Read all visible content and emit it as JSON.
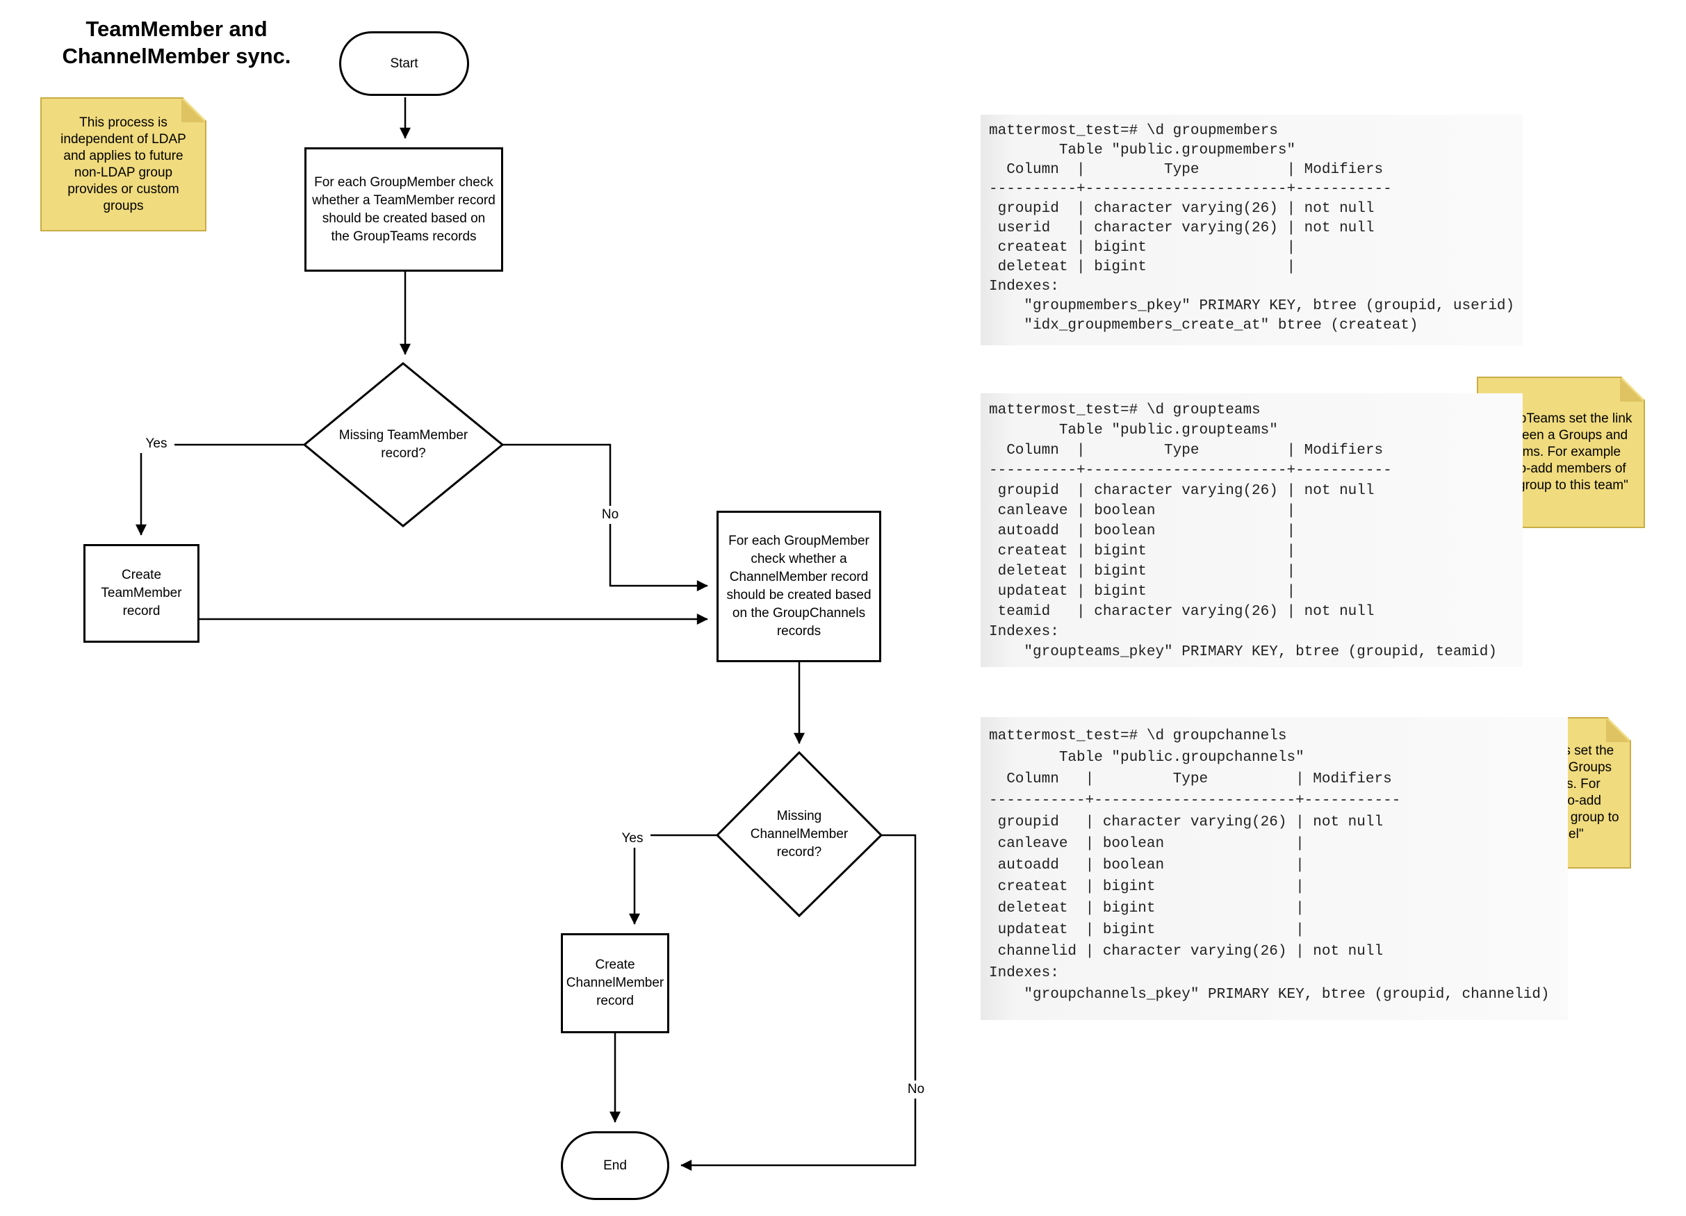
{
  "title": "TeamMember and\nChannelMember sync.",
  "sticky_notes": [
    {
      "text": "This process is independent of LDAP and applies to future non-LDAP group provides or custom groups"
    },
    {
      "text": "GroupTeams set the link between a Groups and Teams. For example \"auto-add members of this group to this team\""
    },
    {
      "text": "GroupChannels set the link between a Groups and Channels. For example \"auto-add members of this group to this channel\""
    }
  ],
  "flowchart": {
    "start": "Start",
    "process_team": "For each GroupMember check whether a TeamMember record should be created based on the GroupTeams records",
    "decision_team": "Missing TeamMember record?",
    "create_team": "Create TeamMember record",
    "process_channel": "For each GroupMember check whether a ChannelMember record should be created based on the GroupChannels records",
    "decision_channel": "Missing ChannelMember record?",
    "create_channel": "Create ChannelMember record",
    "end": "End",
    "labels": {
      "yes_team": "Yes",
      "no_team": "No",
      "yes_channel": "Yes",
      "no_channel": "No"
    }
  },
  "code_blocks": [
    {
      "name": "groupmembers",
      "text": "mattermost_test=# \\d groupmembers\n        Table \"public.groupmembers\"\n  Column  |         Type          | Modifiers\n----------+-----------------------+-----------\n groupid  | character varying(26) | not null\n userid   | character varying(26) | not null\n createat | bigint                |\n deleteat | bigint                |\nIndexes:\n    \"groupmembers_pkey\" PRIMARY KEY, btree (groupid, userid)\n    \"idx_groupmembers_create_at\" btree (createat)"
    },
    {
      "name": "groupteams",
      "text": "mattermost_test=# \\d groupteams\n        Table \"public.groupteams\"\n  Column  |         Type          | Modifiers\n----------+-----------------------+-----------\n groupid  | character varying(26) | not null\n canleave | boolean               |\n autoadd  | boolean               |\n createat | bigint                |\n deleteat | bigint                |\n updateat | bigint                |\n teamid   | character varying(26) | not null\nIndexes:\n    \"groupteams_pkey\" PRIMARY KEY, btree (groupid, teamid)"
    },
    {
      "name": "groupchannels",
      "text": "mattermost_test=# \\d groupchannels\n        Table \"public.groupchannels\"\n  Column   |         Type          | Modifiers\n-----------+-----------------------+-----------\n groupid   | character varying(26) | not null\n canleave  | boolean               |\n autoadd   | boolean               |\n createat  | bigint                |\n deleteat  | bigint                |\n updateat  | bigint                |\n channelid | character varying(26) | not null\nIndexes:\n    \"groupchannels_pkey\" PRIMARY KEY, btree (groupid, channelid)"
    }
  ],
  "colors": {
    "note_fill": "#F0DB7E",
    "note_border": "#C9AC45",
    "note_fold": "#DFC363",
    "line_color": "#000000",
    "code_text": "#1F1F1F",
    "code_bg": "#EFEFEF"
  }
}
